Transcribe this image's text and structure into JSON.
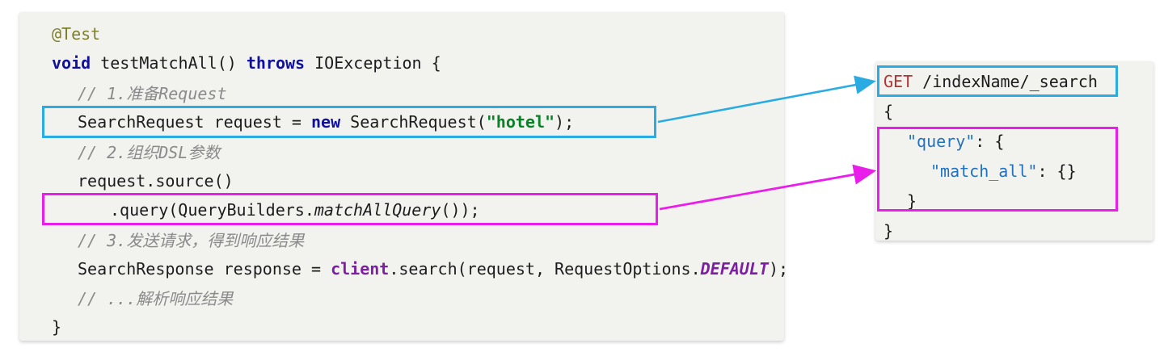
{
  "colors": {
    "panel_bg": "#f2f3ee",
    "accent_cyan": "#2aace2",
    "accent_magenta": "#ea1eea",
    "code_plain": "#1c1c1c",
    "code_keyword": "#10109e",
    "code_annotation": "#7f7f2a",
    "code_comment": "#8a8a8a",
    "code_string": "#078227",
    "code_purple": "#7c1fa0",
    "code_http": "#b03434",
    "code_json_key": "#2072c0"
  },
  "java_panel": {
    "lines": [
      {
        "indent": 0,
        "segments": [
          {
            "text": "@Test",
            "style": "annotation"
          }
        ]
      },
      {
        "indent": 0,
        "segments": [
          {
            "text": "void",
            "style": "keyword"
          },
          {
            "text": " testMatchAll() ",
            "style": "plain"
          },
          {
            "text": "throws",
            "style": "keyword"
          },
          {
            "text": " IOException {",
            "style": "plain"
          }
        ]
      },
      {
        "indent": 32,
        "segments": [
          {
            "text": "// 1.准备Request",
            "style": "comment"
          }
        ]
      },
      {
        "indent": 32,
        "segments": [
          {
            "text": "SearchRequest request = ",
            "style": "plain"
          },
          {
            "text": "new",
            "style": "keyword"
          },
          {
            "text": " SearchRequest(",
            "style": "plain"
          },
          {
            "text": "\"hotel\"",
            "style": "string"
          },
          {
            "text": ");",
            "style": "plain"
          }
        ]
      },
      {
        "indent": 32,
        "segments": [
          {
            "text": "// 2.组织DSL参数",
            "style": "comment"
          }
        ]
      },
      {
        "indent": 32,
        "segments": [
          {
            "text": "request.source()",
            "style": "plain"
          }
        ]
      },
      {
        "indent": 72,
        "segments": [
          {
            "text": ".query(QueryBuilders.",
            "style": "plain"
          },
          {
            "text": "matchAllQuery",
            "style": "method-italic"
          },
          {
            "text": "());",
            "style": "plain"
          }
        ]
      },
      {
        "indent": 32,
        "segments": [
          {
            "text": "// 3.发送请求，得到响应结果",
            "style": "comment"
          }
        ]
      },
      {
        "indent": 32,
        "segments": [
          {
            "text": "SearchResponse response = ",
            "style": "plain"
          },
          {
            "text": "client",
            "style": "field"
          },
          {
            "text": ".search(request, RequestOptions.",
            "style": "plain"
          },
          {
            "text": "DEFAULT",
            "style": "constant"
          },
          {
            "text": ");",
            "style": "plain"
          }
        ]
      },
      {
        "indent": 32,
        "segments": [
          {
            "text": "// ...解析响应结果",
            "style": "comment"
          }
        ]
      },
      {
        "indent": 0,
        "segments": [
          {
            "text": "}",
            "style": "plain"
          }
        ]
      }
    ]
  },
  "dsl_panel": {
    "lines": [
      {
        "indent": 0,
        "segments": [
          {
            "text": "GET",
            "style": "http-method"
          },
          {
            "text": " /indexName/_search",
            "style": "plain"
          }
        ]
      },
      {
        "indent": 0,
        "segments": [
          {
            "text": "{",
            "style": "plain"
          }
        ]
      },
      {
        "indent": 29,
        "segments": [
          {
            "text": "\"query\"",
            "style": "json-key"
          },
          {
            "text": ": {",
            "style": "plain"
          }
        ]
      },
      {
        "indent": 58,
        "segments": [
          {
            "text": "\"match_all\"",
            "style": "json-key"
          },
          {
            "text": ": {}",
            "style": "plain"
          }
        ]
      },
      {
        "indent": 29,
        "segments": [
          {
            "text": "}",
            "style": "plain"
          }
        ]
      },
      {
        "indent": 0,
        "segments": [
          {
            "text": "}",
            "style": "plain"
          }
        ]
      }
    ]
  }
}
